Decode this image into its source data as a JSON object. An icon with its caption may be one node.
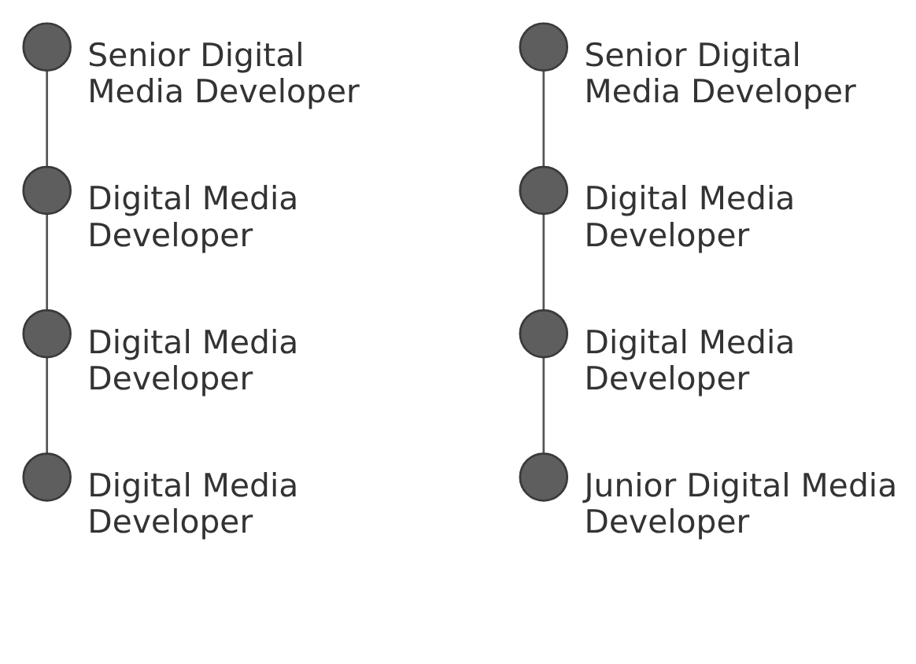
{
  "diagram": {
    "nodes": [
      {
        "text": [],
        "shape": "circle",
        "beside": [
          "Senior Digital Media Developer"
        ]
      },
      {
        "text": [],
        "shape": "circle",
        "beside": [
          "Digital Media Developer"
        ]
      },
      {
        "text": [],
        "shape": "circle",
        "beside": [
          "Digital Media Developer"
        ]
      },
      {
        "text": [],
        "shape": "circle",
        "beside": [
          "Digital Media Developer"
        ]
      },
      {
        "text": [],
        "shape": "circle",
        "beside": [
          "Senior Digital Media Developer"
        ]
      },
      {
        "text": [],
        "shape": "circle",
        "beside": [
          "Digital Media Developer"
        ]
      },
      {
        "text": [],
        "shape": "circle",
        "beside": [
          "Digital Media Developer"
        ]
      },
      {
        "text": [],
        "shape": "circle",
        "beside": [
          "Junior Digital Media Developer"
        ]
      }
    ],
    "edges": [
      {
        "from": 0,
        "to": 1,
        "arrow": "none"
      },
      {
        "from": 1,
        "to": 2,
        "arrow": "none"
      },
      {
        "from": 2,
        "to": 3,
        "arrow": "none"
      },
      {
        "from": 4,
        "to": 5,
        "arrow": "none"
      },
      {
        "from": 5,
        "to": 6,
        "arrow": "none"
      },
      {
        "from": 6,
        "to": 7,
        "arrow": "none"
      }
    ]
  }
}
